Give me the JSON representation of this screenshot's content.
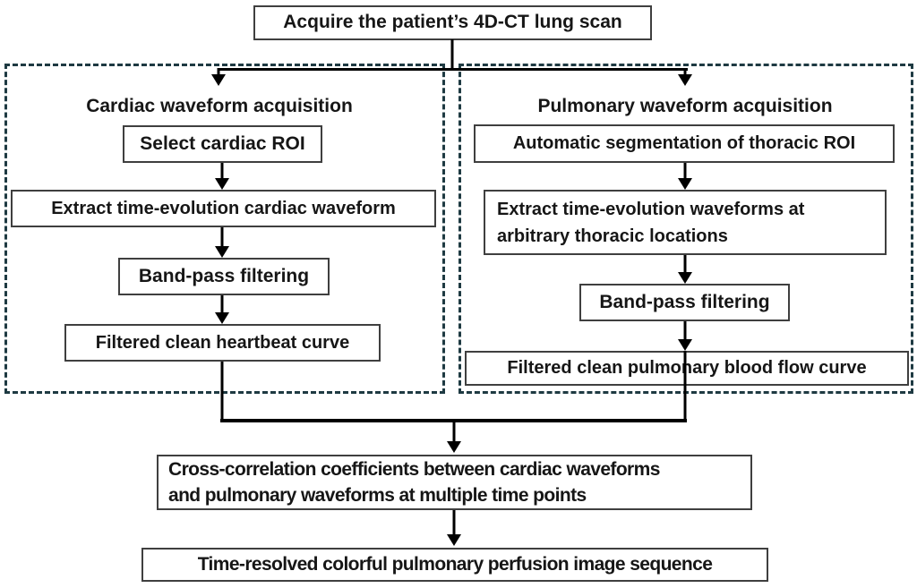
{
  "colors": {
    "background": "#ffffff",
    "node_border": "#3f3f3f",
    "dashed_panel_border": "#1e3a42",
    "connector": "#000000",
    "text": "#161616"
  },
  "flow": {
    "acquire": "Acquire the patient’s 4D-CT lung scan",
    "cardiac": {
      "title": "Cardiac waveform acquisition",
      "select_roi": "Select cardiac ROI",
      "extract": "Extract time-evolution cardiac waveform",
      "bandpass": "Band-pass filtering",
      "filtered": "Filtered clean heartbeat curve"
    },
    "pulmonary": {
      "title": "Pulmonary waveform acquisition",
      "segmentation": "Automatic segmentation of thoracic ROI",
      "extract_line1": "Extract time-evolution waveforms at",
      "extract_line2": "arbitrary thoracic locations",
      "bandpass": "Band-pass filtering",
      "filtered": "Filtered clean pulmonary blood flow curve"
    },
    "cross_correlation_line1": "Cross-correlation coefficients between cardiac waveforms",
    "cross_correlation_line2": "and pulmonary waveforms at multiple time points",
    "output": "Time-resolved colorful pulmonary perfusion image sequence"
  }
}
